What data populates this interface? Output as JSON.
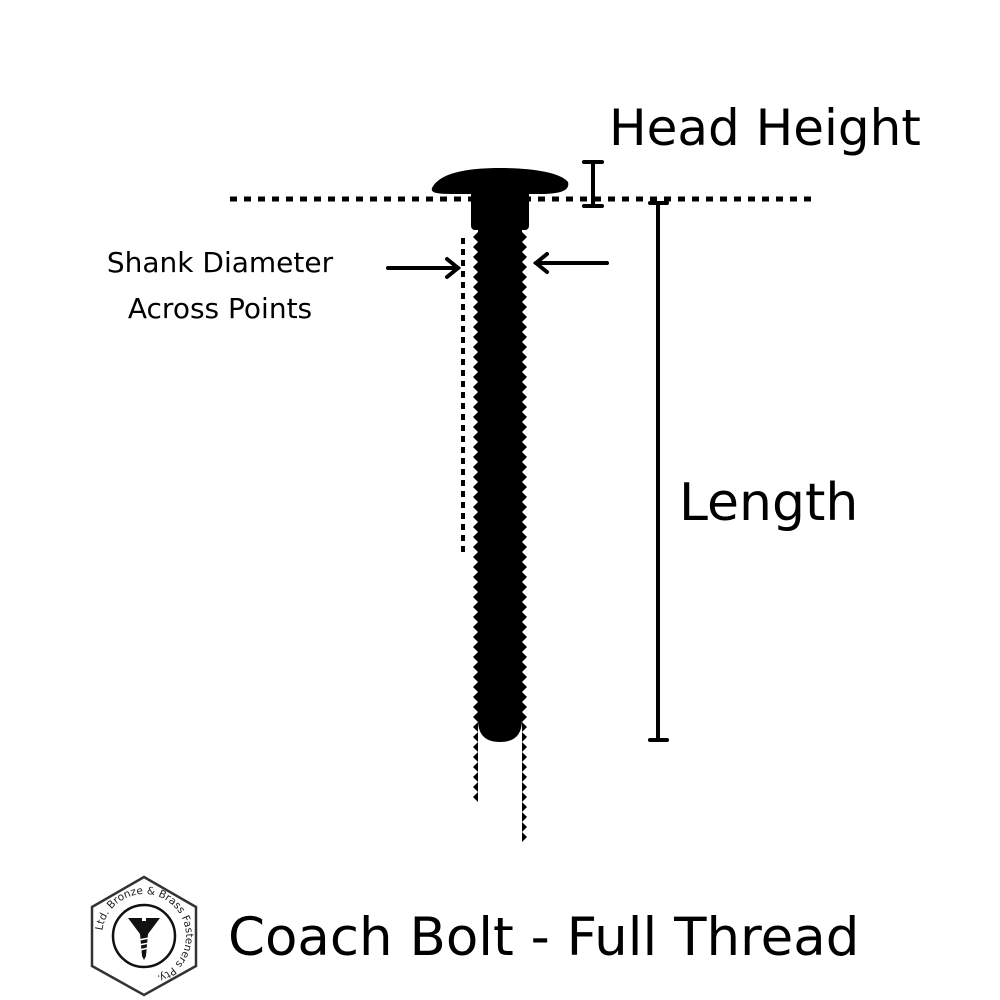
{
  "diagram": {
    "title": "Coach Bolt - Full Thread",
    "labels": {
      "head_height": "Head Height",
      "length": "Length",
      "shank_line1": "Shank Diameter",
      "shank_line2": "Across Points"
    },
    "logo": {
      "text": "Bronze & Brass Fasteners Pty. Ltd.",
      "icon": "screw-icon"
    },
    "colors": {
      "ink": "#000000",
      "background": "#ffffff"
    }
  }
}
